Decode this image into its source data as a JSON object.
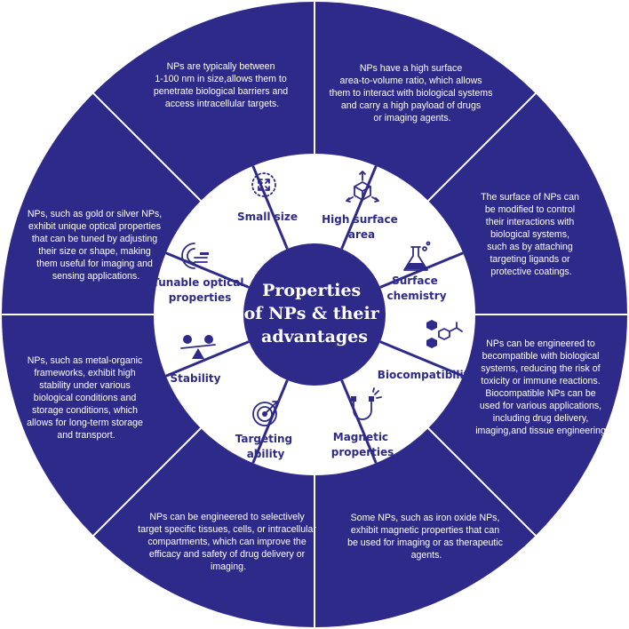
{
  "colors": {
    "primary": "#2e2a8a",
    "background": "#ffffff",
    "text_on_primary": "#ffffff"
  },
  "center": {
    "title_lines": [
      "Properties",
      "of NPs & their",
      "advantages"
    ]
  },
  "segments": [
    {
      "icon": "dotted-circle-arrows-icon",
      "label_lines": [
        "Small size"
      ],
      "description_lines": [
        "NPs are typically between",
        "1-100 nm in size,allows them to",
        "penetrate biological barriers and",
        "access intracellular targets."
      ]
    },
    {
      "icon": "cube-arrows-icon",
      "label_lines": [
        "High surface",
        "area"
      ],
      "description_lines": [
        "NPs have a high surface",
        "area-to-volume ratio, which allows",
        "them to interact with biological systems",
        "and carry a high payload of drugs",
        "or imaging agents."
      ]
    },
    {
      "icon": "flask-icon",
      "label_lines": [
        "Surface",
        "chemistry"
      ],
      "description_lines": [
        "The surface of NPs can",
        "be modified to control",
        "their interactions with",
        "biological systems,",
        "such as by attaching",
        "targeting ligands or",
        "protective coatings."
      ]
    },
    {
      "icon": "hexagon-molecule-icon",
      "label_lines": [
        "Biocompatibility"
      ],
      "description_lines": [
        "NPs can be engineered to",
        "becompatible with biological",
        "systems, reducing the risk of",
        "toxicity or immune reactions.",
        "Biocompatible NPs can be",
        "used for various applications,",
        "including drug delivery,",
        "imaging,and tissue engineering."
      ]
    },
    {
      "icon": "magnet-icon",
      "label_lines": [
        "Magnetic",
        "properties"
      ],
      "description_lines": [
        "Some NPs, such as iron oxide NPs,",
        "exhibit magnetic properties that can",
        "be used for imaging or as  therapeutic",
        "agents."
      ]
    },
    {
      "icon": "target-arrow-icon",
      "label_lines": [
        "Targeting",
        "ability"
      ],
      "description_lines": [
        "NPs can be engineered to selectively",
        "target specific tissues, cells, or intracellular",
        "compartments, which can improve the",
        "efficacy and safety of drug delivery or",
        "imaging."
      ]
    },
    {
      "icon": "balance-scale-icon",
      "label_lines": [
        "Stability"
      ],
      "description_lines": [
        "NPs, such as metal-organic",
        "frameworks, exhibit high",
        "stability under various",
        "biological conditions and",
        "storage conditions, which",
        "allows for long-term storage",
        "and transport."
      ]
    },
    {
      "icon": "optical-sensor-icon",
      "label_lines": [
        "Tunable optical",
        "properties"
      ],
      "description_lines": [
        "NPs, such as gold or silver NPs,",
        "exhibit unique optical properties",
        "that can be tuned by adjusting",
        "their size or shape, making",
        "them useful for imaging and",
        "sensing applications."
      ]
    }
  ]
}
